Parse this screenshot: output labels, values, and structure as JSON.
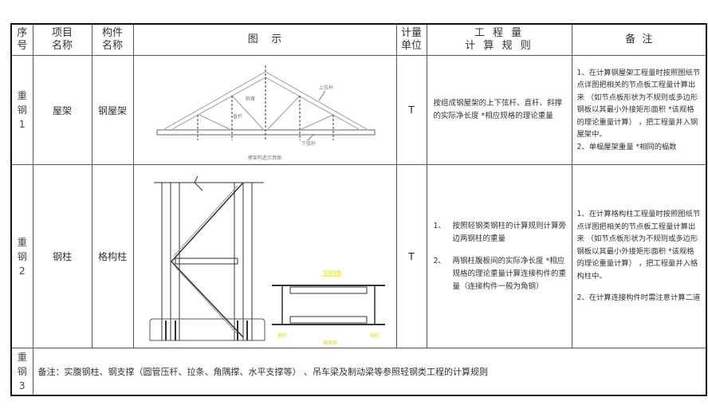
{
  "header": {
    "seq": [
      "序",
      "号"
    ],
    "item_name": [
      "项目",
      "名称"
    ],
    "component_name": [
      "构件",
      "名称"
    ],
    "figure": "图    示",
    "unit": [
      "计量",
      "单位"
    ],
    "rule": [
      "工 程 量",
      "计 算 规 则"
    ],
    "note": "备  注"
  },
  "rows": [
    {
      "seq": [
        "重",
        "钢",
        "1"
      ],
      "item_name": "屋架",
      "component_name": "钢屋架",
      "unit": "T",
      "rule_text": "按组成钢屋架的上下弦杆、直杆、斜撑的实际净长度   *相应规格的理论重量",
      "figure": {
        "labels": {
          "top_chord": "上弦杆",
          "diagonal": "斜撑",
          "vertical": "直杆",
          "bottom_chord": "下弦杆"
        },
        "caption": "屋架构造示意图"
      },
      "notes": [
        "1、在计算钢屋架工程量时按照图纸节点详图把相关的节点板工程量计算出来 （如节点板形状为不规则或多边形钢板以其最小外接矩形面积  *该规格的理论重量计算） ，把工程量并入钢屋架中。",
        "2、单榀屋架重量 *相同的榀数"
      ]
    },
    {
      "seq": [
        "重",
        "钢",
        "2"
      ],
      "item_name": "钢柱",
      "component_name": "格构柱",
      "unit": "T",
      "rules": [
        {
          "num": "1、",
          "text": "按照轻钢类钢柱的计算规则计算旁边两钢柱的重量"
        },
        {
          "num": "2、",
          "text": "两钢柱腹板间的实际净长度   *相应规格的理论重量计算连接构件的重量（连接构件一般为角钢）"
        }
      ],
      "figure": {
        "labels": {
          "top_note": "连接钢板",
          "left_note": "钢柱",
          "right_note": "钢柱",
          "bottom_note": "截面图"
        }
      },
      "notes": [
        "1、在计算格构柱工程量时按照图纸节点详图把相关的节点板工程量计算出来 （如节点板形状为不规则或多边形钢板以其最小外接矩形面积  *该规格的理论重量计算） ，把工程量并入格构柱中。",
        "2、在计算连接构件时需注意计算二道"
      ]
    },
    {
      "seq": [
        "重",
        "钢",
        "3"
      ],
      "remark": "备注：实腹钢柱、钢支撑（圆管压杆、拉条、角隅撑、水平支撑等）    、吊车梁及制动梁等参照轻钢类工程的计算规则"
    }
  ],
  "colors": {
    "border": "#111111",
    "grid": "#555555",
    "highlight_text": "#e8e000"
  }
}
